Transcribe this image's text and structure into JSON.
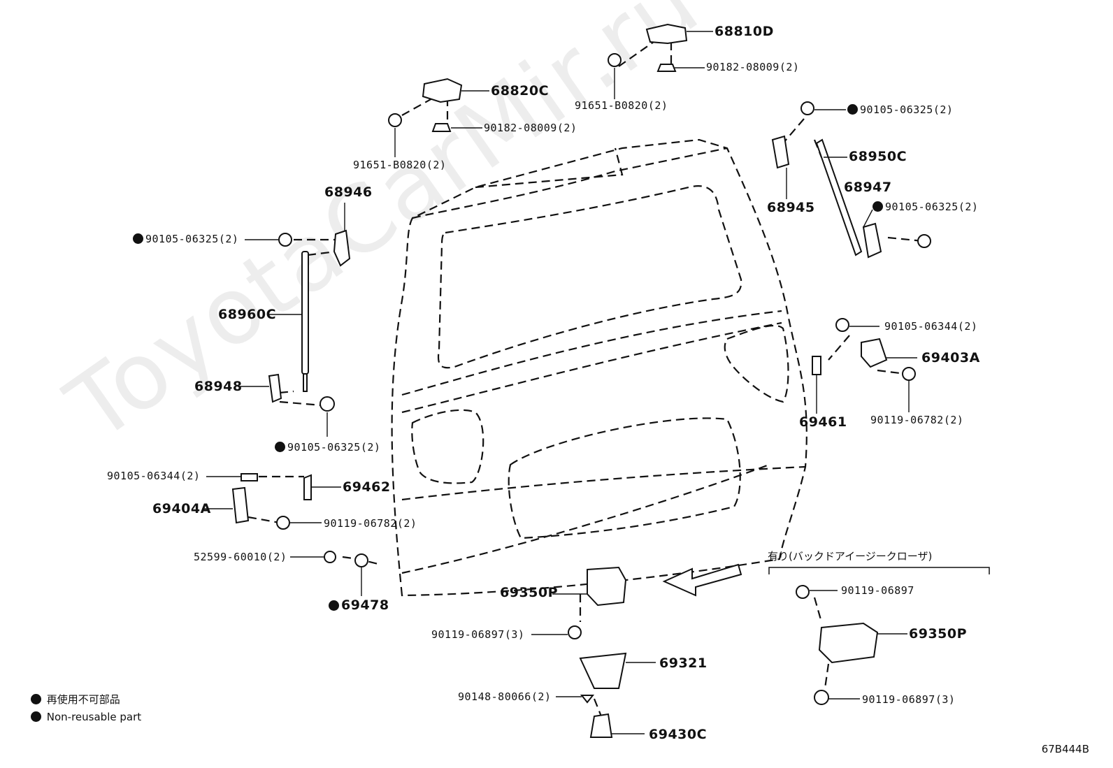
{
  "watermark": "ToyotaCarMir.ru",
  "diagram_code": "67B444B",
  "option_note": "有り(バックドアイージークローザ)",
  "legend": {
    "line1": "再使用不可部品",
    "line2": "Non-reusable part"
  },
  "labels": {
    "p68810D": "68810D",
    "p68820C": "68820C",
    "p68950C": "68950C",
    "p68945": "68945",
    "p68947": "68947",
    "p68946": "68946",
    "p68960C": "68960C",
    "p68948": "68948",
    "p69462": "69462",
    "p69404A": "69404A",
    "p69478": "69478",
    "p69350P_main": "69350P",
    "p69321": "69321",
    "p69430C": "69430C",
    "p69403A": "69403A",
    "p69461": "69461",
    "p69350P_opt": "69350P"
  },
  "partnos": {
    "n90182_top": "90182-08009(2)",
    "n91651_top": "91651-B0820(2)",
    "n90182_left": "90182-08009(2)",
    "n91651_left": "91651-B0820(2)",
    "n90105_a": "90105-06325(2)",
    "n90105_b": "90105-06325(2)",
    "n90105_c": "90105-06325(2)",
    "n90105_d": "90105-06325(2)",
    "n90105_06344_r": "90105-06344(2)",
    "n90119_06782_r": "90119-06782(2)",
    "n90105_06344_l": "90105-06344(2)",
    "n90119_06782_l": "90119-06782(2)",
    "n52599": "52599-60010(2)",
    "n90119_06897_3": "90119-06897(3)",
    "n90148": "90148-80066(2)",
    "n90119_06897_opt": "90119-06897",
    "n90119_06897_opt3": "90119-06897(3)"
  }
}
